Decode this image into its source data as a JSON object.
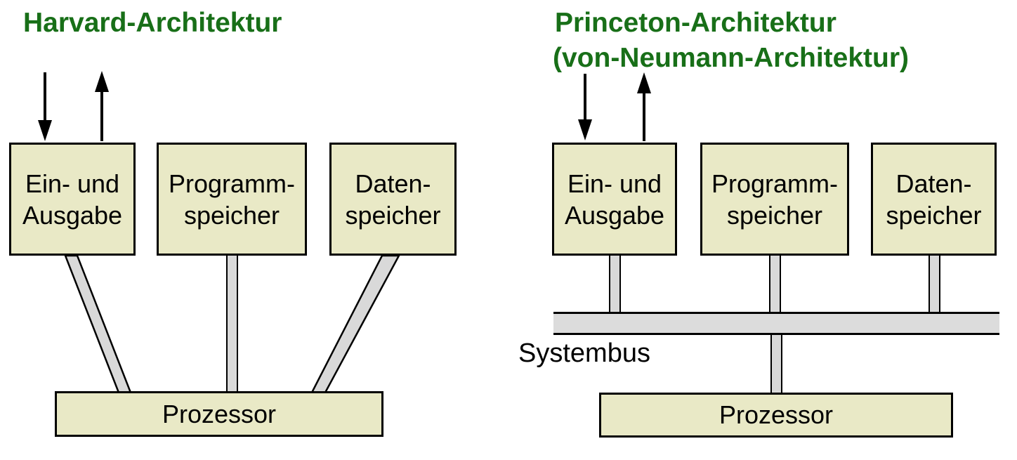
{
  "left": {
    "title": "Harvard-Architektur",
    "boxes": [
      {
        "label": "Ein- und\nAusgabe"
      },
      {
        "label": "Programm-\nspeicher"
      },
      {
        "label": "Daten-\nspeicher"
      }
    ],
    "processor_label": "Prozessor"
  },
  "right": {
    "title_line1": "Princeton-Architektur",
    "title_line2": "(von-Neumann-Architektur)",
    "boxes": [
      {
        "label": "Ein- und\nAusgabe"
      },
      {
        "label": "Programm-\nspeicher"
      },
      {
        "label": "Daten-\nspeicher"
      }
    ],
    "bus_label": "Systembus",
    "processor_label": "Prozessor"
  },
  "colors": {
    "title_green": "#186f18",
    "box_fill": "#e9e9c6",
    "connector_fill": "#d9d9d9",
    "bus_fill": "#dcdcdc",
    "outline": "#000000"
  }
}
